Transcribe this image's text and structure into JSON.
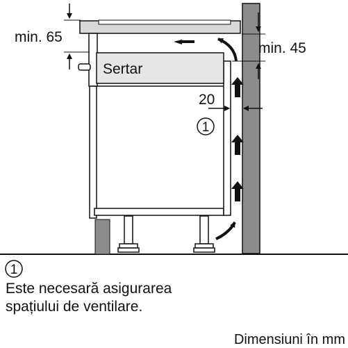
{
  "labels": {
    "min_65": "min. 65",
    "min_45": "min. 45",
    "drawer": "Sertar",
    "gap_20": "20",
    "callout_marker": "1"
  },
  "legend": {
    "marker": "1",
    "line1": "Este necesară asigurarea",
    "line2": "spațiului de ventilare."
  },
  "footer": {
    "units": "Dimensiuni în mm"
  },
  "colors": {
    "wall": "#8c8c8c",
    "cabinet_fill": "#ffffff",
    "worktop": "#d9d9d9",
    "drawer_fill": "#e6e6e6",
    "line": "#111111"
  }
}
